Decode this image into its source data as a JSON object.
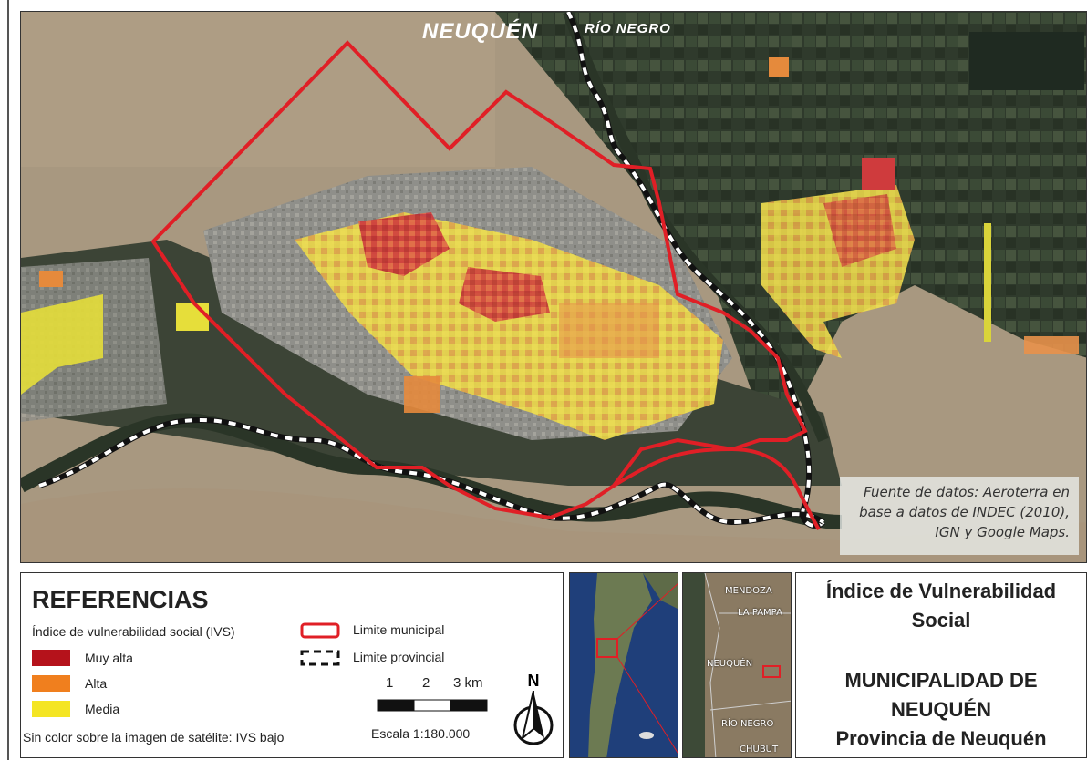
{
  "map": {
    "labels": {
      "province_left": "NEUQUÉN",
      "province_right": "RÍO NEGRO"
    },
    "source_lines": [
      "Fuente de datos: Aeroterra en",
      "base a datos de INDEC (2010),",
      "IGN y Google Maps."
    ],
    "colors": {
      "muy_alta": "#b5121b",
      "alta": "#f07f1e",
      "media": "#f4e524",
      "municipal_boundary": "#e01f26",
      "provincial_boundary": "#ffffff"
    }
  },
  "legend": {
    "title": "REFERENCIAS",
    "subtitle": "Índice de vulnerabilidad social (IVS)",
    "items": [
      {
        "label": "Muy alta",
        "color": "#b5121b"
      },
      {
        "label": "Alta",
        "color": "#f07f1e"
      },
      {
        "label": "Media",
        "color": "#f4e524"
      }
    ],
    "note": "Sin color sobre la imagen de satélite: IVS bajo",
    "lines": [
      {
        "label": "Limite municipal",
        "style": "solid-red"
      },
      {
        "label": "Limite provincial",
        "style": "dashed-black"
      }
    ],
    "scale": {
      "ticks": [
        "1",
        "2",
        "3 km"
      ],
      "caption": "Escala 1:180.000"
    },
    "north": "N"
  },
  "inset": {
    "labels": [
      "MENDOZA",
      "LA PAMPA",
      "NEUQUÉN",
      "RÍO NEGRO",
      "CHUBUT"
    ]
  },
  "title": {
    "lines": [
      "Índice de Vulnerabilidad",
      "Social",
      "MUNICIPALIDAD DE",
      "NEUQUÉN",
      "Provincia de Neuquén"
    ]
  }
}
